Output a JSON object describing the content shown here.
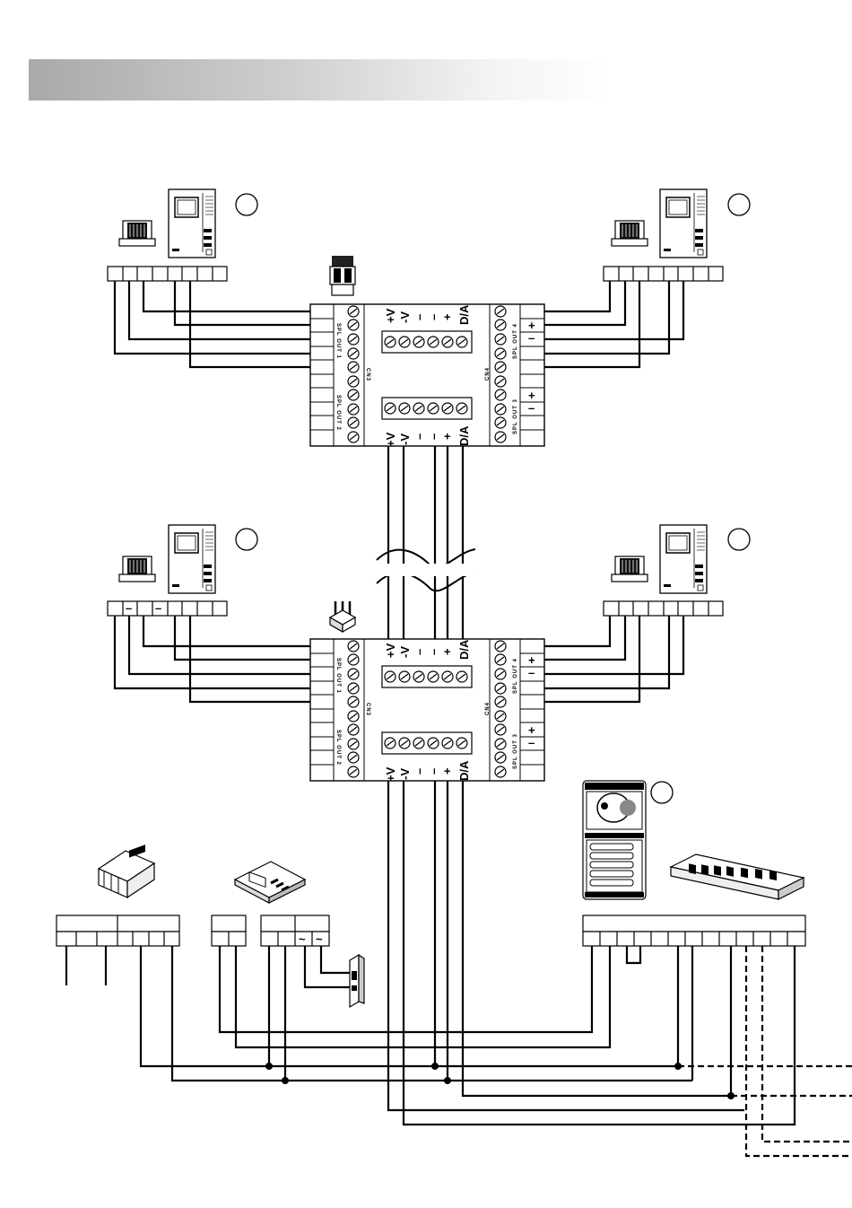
{
  "distributor_upper": {
    "top_terminals": [
      "+V",
      "-V",
      "–",
      "–",
      "+",
      "D/A"
    ],
    "bottom_terminals": [
      "+V",
      "-V",
      "–",
      "–",
      "+",
      "D/A"
    ],
    "left_outputs": [
      "SPL OUT 1",
      "SPL OUT 2"
    ],
    "right_outputs": [
      "SPL OUT 4",
      "SPL OUT 3"
    ],
    "connector_left": "CN3",
    "connector_right": "CN4",
    "polarity_plus": "+",
    "polarity_minus": "–"
  },
  "distributor_lower": {
    "top_terminals": [
      "+V",
      "-V",
      "–",
      "–",
      "+",
      "D/A"
    ],
    "bottom_terminals": [
      "+V",
      "-V",
      "–",
      "–",
      "+",
      "D/A"
    ],
    "left_outputs": [
      "SPL OUT 1",
      "SPL OUT 2"
    ],
    "right_outputs": [
      "SPL OUT 4",
      "SPL OUT 3"
    ],
    "connector_left": "CN3",
    "connector_right": "CN4",
    "polarity_plus": "+",
    "polarity_minus": "–"
  },
  "monitor_terminal_marks": [
    "–",
    "–"
  ],
  "ac_symbol": "~",
  "icons": [
    "monitor-icon",
    "monitor-bracket-icon",
    "jumper-cap-icon",
    "jumper-pins-icon",
    "power-supply-icon",
    "relay-module-icon",
    "door-panel-icon",
    "dip-switch-icon",
    "door-lock-icon"
  ]
}
